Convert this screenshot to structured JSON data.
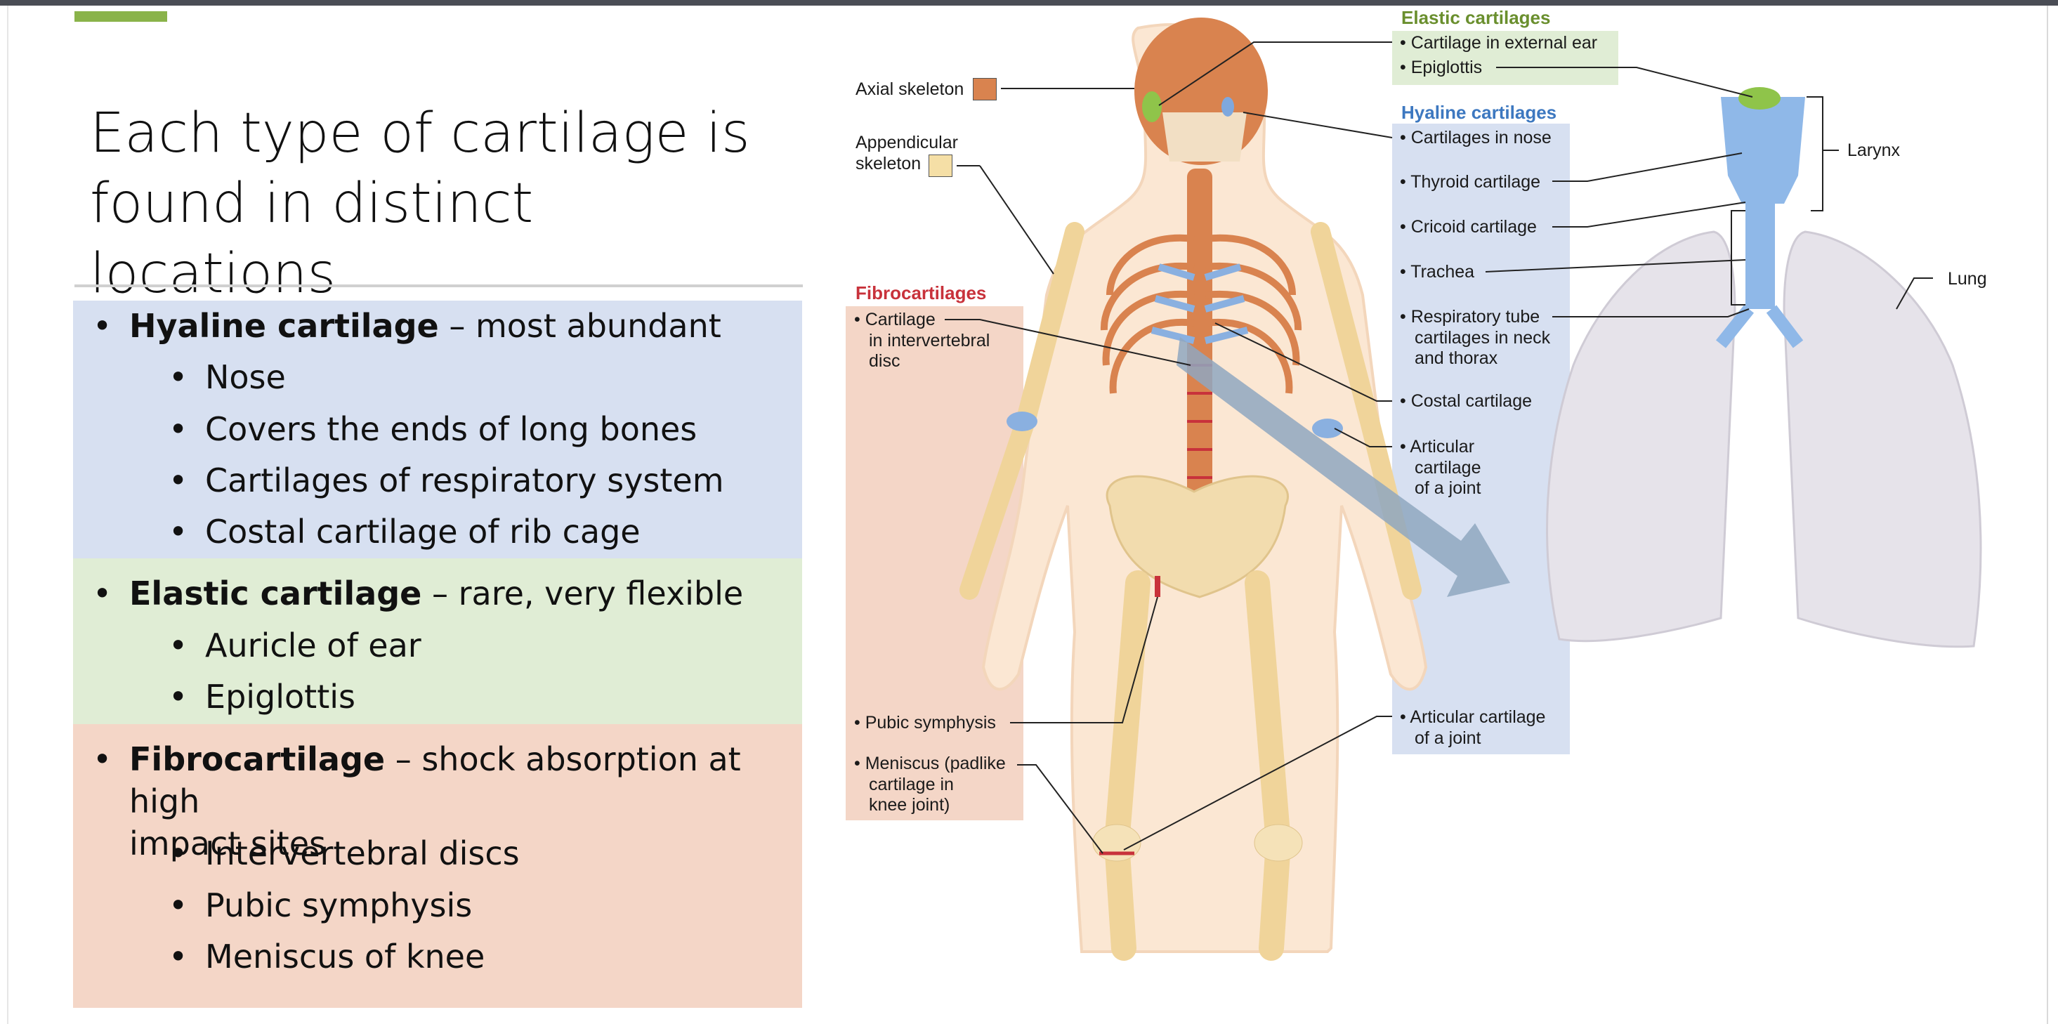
{
  "slide": {
    "title_line1": "Each type of cartilage is",
    "title_line2": "found in distinct locations",
    "hyaline": {
      "heading": "Hyaline cartilage",
      "desc": " – most abundant",
      "items": [
        "Nose",
        "Covers the ends of long bones",
        "Cartilages of respiratory system",
        "Costal cartilage of rib cage"
      ]
    },
    "elastic": {
      "heading": "Elastic cartilage",
      "desc": " – rare, very flexible",
      "items": [
        "Auricle of ear",
        "Epiglottis"
      ]
    },
    "fibro": {
      "heading": "Fibrocartilage",
      "desc_line1": " – shock absorption at high",
      "desc_line2": "impact sites",
      "items": [
        "Intervertebral discs",
        "Pubic symphysis",
        "Meniscus of knee"
      ]
    }
  },
  "diagram": {
    "axial": "Axial skeleton",
    "appendicular_1": "Appendicular",
    "appendicular_2": "skeleton",
    "elastic_title": "Elastic cartilages",
    "elastic_items": [
      "Cartilage in external ear",
      "Epiglottis"
    ],
    "hyaline_title": "Hyaline cartilages",
    "hyaline_items": {
      "nose": "Cartilages in nose",
      "thyroid": "Thyroid cartilage",
      "cricoid": "Cricoid cartilage",
      "trachea": "Trachea",
      "resp1": "Respiratory tube",
      "resp2": "cartilages in neck",
      "resp3": "and thorax",
      "costal": "Costal cartilage",
      "art1": "Articular",
      "art2": "cartilage",
      "art3": "of a joint",
      "art_low1": "Articular cartilage",
      "art_low2": "of a joint"
    },
    "fibro_title": "Fibrocartilages",
    "fibro_items": {
      "disc1": "Cartilage",
      "disc2": "in intervertebral",
      "disc3": "disc",
      "pubic": "Pubic symphysis",
      "men1": "Meniscus (padlike",
      "men2": "cartilage in",
      "men3": "knee joint)"
    },
    "larynx": "Larynx",
    "lung": "Lung",
    "colors": {
      "axial": "#d9834f",
      "appendicular": "#f5dfa6",
      "elastic": "#6a8f2e",
      "hyaline": "#3d78c0",
      "fibro": "#c8323b"
    }
  }
}
